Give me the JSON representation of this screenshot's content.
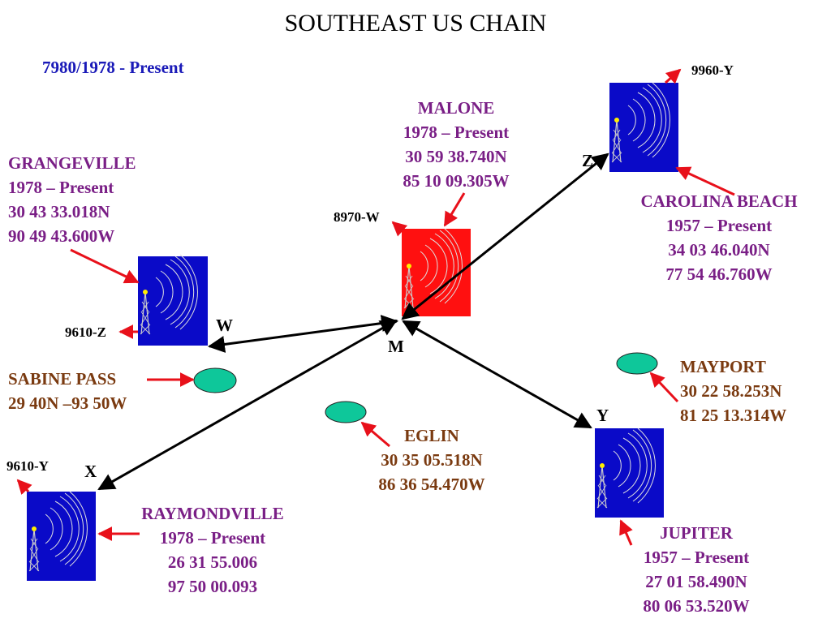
{
  "title": "SOUTHEAST US CHAIN",
  "subtitle": "7980/1978 - Present",
  "colors": {
    "master": "#ff1010",
    "secondary": "#0a0ac8",
    "monitor": "#0ec79a",
    "arrow_red": "#e8101a",
    "purple_text": "#7a1f86",
    "brown_text": "#7a3a10",
    "subtitle": "#1a1ab8"
  },
  "icons": {
    "station": "tower-icon",
    "monitor": "ellipse-icon"
  },
  "stations": {
    "malone": {
      "lines": [
        "MALONE",
        "1978 – Present",
        "30 59 38.740N",
        "85 10 09.305W"
      ],
      "code": "8970-W",
      "letter": "M"
    },
    "grangeville": {
      "lines": [
        "GRANGEVILLE",
        "1978 – Present",
        "30 43 33.018N",
        "90 49 43.600W"
      ],
      "code": "9610-Z",
      "letter": "W"
    },
    "carolina": {
      "lines": [
        "CAROLINA BEACH",
        "1957 – Present",
        "34 03 46.040N",
        "77 54 46.760W"
      ],
      "code": "9960-Y",
      "letter": "Z"
    },
    "raymondville": {
      "lines": [
        "RAYMONDVILLE",
        "1978 – Present",
        "26 31 55.006",
        "97 50 00.093"
      ],
      "code": "9610-Y",
      "letter": "X"
    },
    "jupiter": {
      "lines": [
        "JUPITER",
        "1957 – Present",
        "27 01 58.490N",
        "80 06 53.520W"
      ],
      "letter": "Y"
    }
  },
  "monitors": {
    "sabine": {
      "lines": [
        "SABINE PASS",
        "29 40N –93 50W"
      ]
    },
    "eglin": {
      "lines": [
        "EGLIN",
        "30 35 05.518N",
        "86 36 54.470W"
      ]
    },
    "mayport": {
      "lines": [
        "MAYPORT",
        "30 22 58.253N",
        "81 25 13.314W"
      ]
    }
  }
}
